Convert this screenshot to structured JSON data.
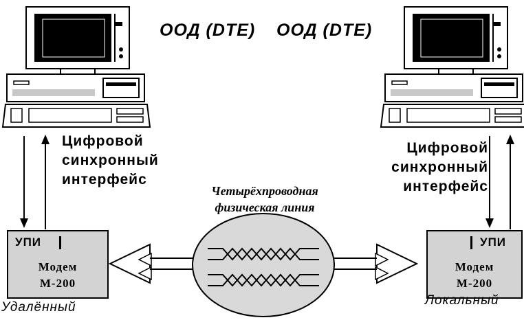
{
  "dte": {
    "left_label": "ООД (DTE)",
    "right_label": "ООД (DTE)"
  },
  "interface": {
    "left": [
      "Цифровой",
      "синхронный",
      "интерфейс"
    ],
    "right": [
      "Цифровой",
      "синхронный",
      "интерфейс"
    ]
  },
  "line": [
    "Четырёхпроводная",
    "физическая линия"
  ],
  "modem_left": {
    "upi": "УПИ",
    "name": "Модем",
    "model": "М-200",
    "location": "Удалённый"
  },
  "modem_right": {
    "upi": "УПИ",
    "name": "Модем",
    "model": "М-200",
    "location": "Локальный"
  },
  "colors": {
    "box_fill": "#d3d3d3",
    "ellipse_fill": "#d9d9d9",
    "stroke": "#000000"
  }
}
